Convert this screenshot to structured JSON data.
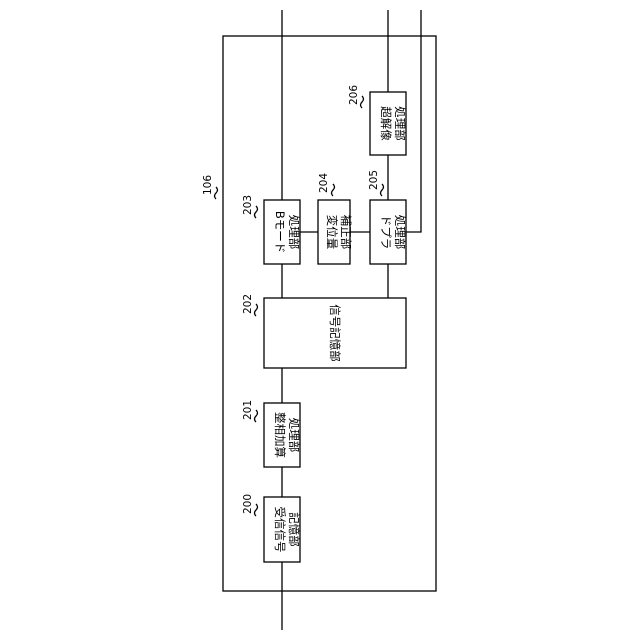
{
  "diagram": {
    "container_ref": "106",
    "blocks": {
      "b200": {
        "ref": "200",
        "line1": "受信信号",
        "line2": "記憶部"
      },
      "b201": {
        "ref": "201",
        "line1": "整相加算",
        "line2": "処理部"
      },
      "b202": {
        "ref": "202",
        "line1": "信号記憶部"
      },
      "b203": {
        "ref": "203",
        "line1": "Bモード",
        "line2": "処理部"
      },
      "b204": {
        "ref": "204",
        "line1": "変位量",
        "line2": "補正部"
      },
      "b205": {
        "ref": "205",
        "line1": "ドプラ",
        "line2": "処理部"
      },
      "b206": {
        "ref": "206",
        "line1": "超解像",
        "line2": "処理部"
      }
    }
  }
}
